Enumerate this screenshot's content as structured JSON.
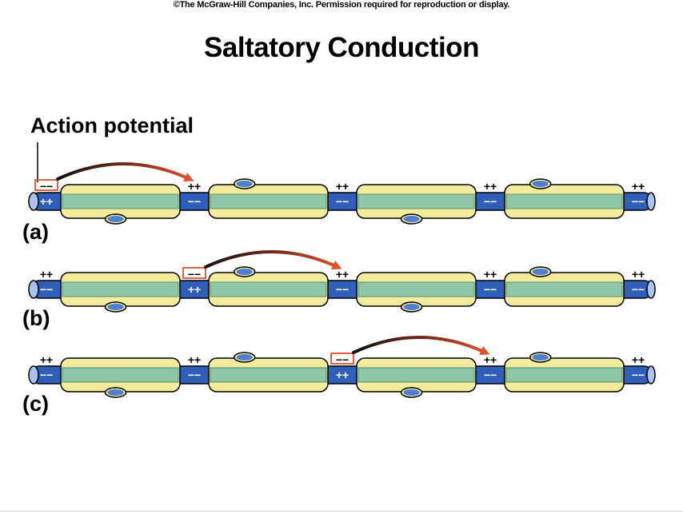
{
  "copyright": "©The McGraw-Hill Companies, Inc. Permission required for reproduction or display.",
  "title": "Saltatory Conduction",
  "action_potential_label": "Action potential",
  "charges": {
    "resting_outside": "++",
    "resting_inside": "−−",
    "active_outside": "−−",
    "active_inside": "++"
  },
  "rows": [
    {
      "label": "(a)",
      "active_node": 0,
      "target_node": 1
    },
    {
      "label": "(b)",
      "active_node": 1,
      "target_node": 2
    },
    {
      "label": "(c)",
      "active_node": 2,
      "target_node": 3
    }
  ],
  "colors": {
    "axon": "#2f5fb8",
    "myelin": "#f2ec9c",
    "axon_core": "#8ec7a8",
    "nucleus": "#4f7fd0",
    "arrow": "#e0522e",
    "ap_box": "#e0522e"
  }
}
